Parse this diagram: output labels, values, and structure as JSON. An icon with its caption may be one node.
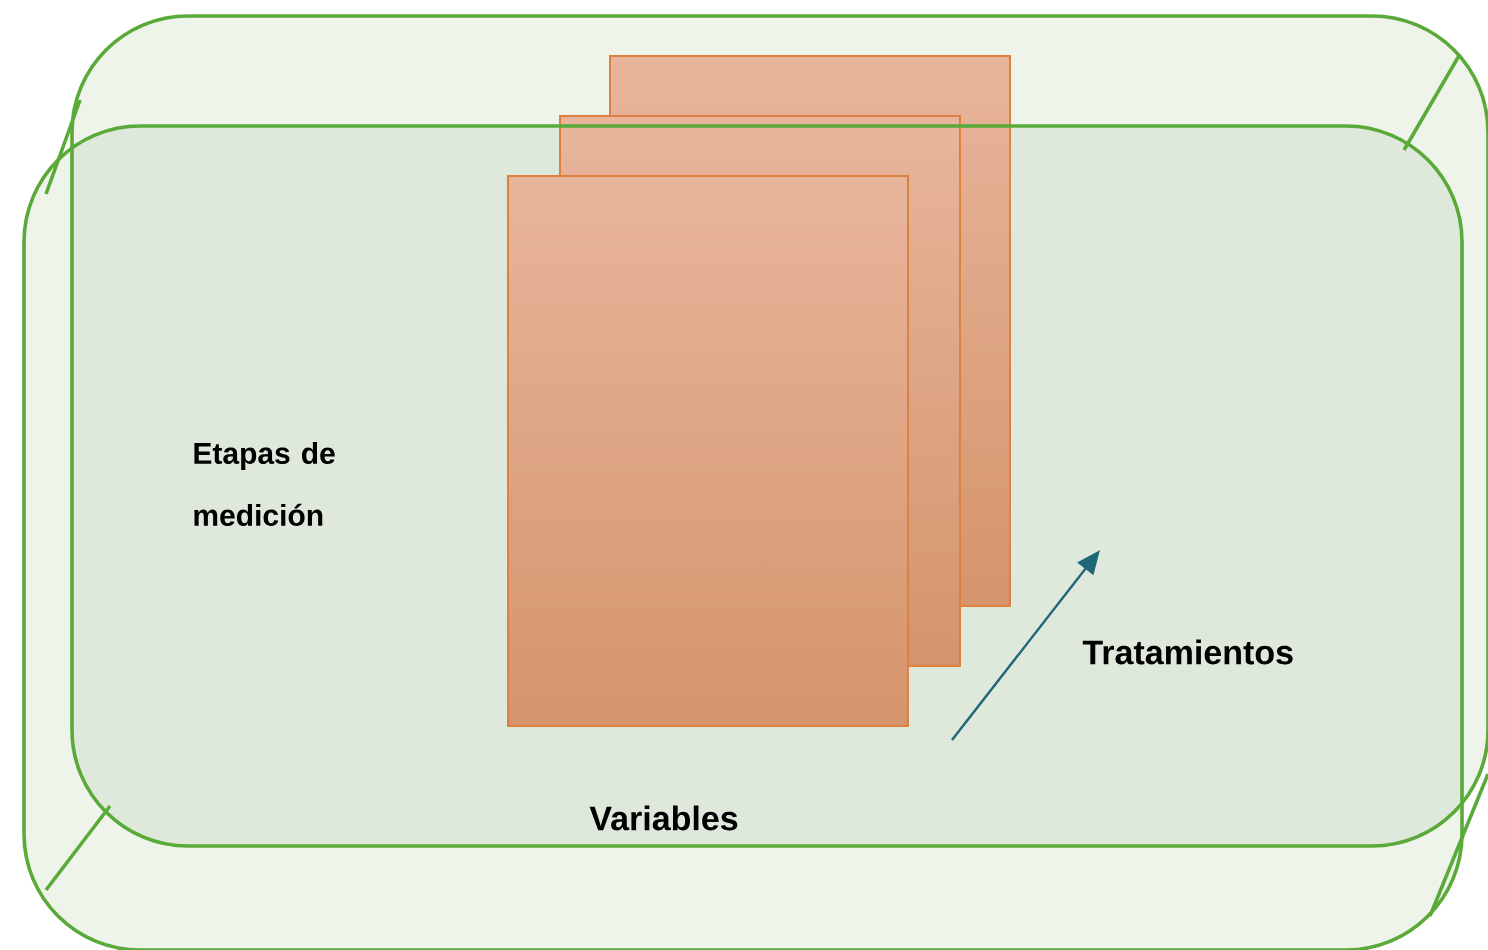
{
  "diagram": {
    "labels": [
      "Etapas de medición",
      "Tratamientos",
      "Variables"
    ]
  }
}
